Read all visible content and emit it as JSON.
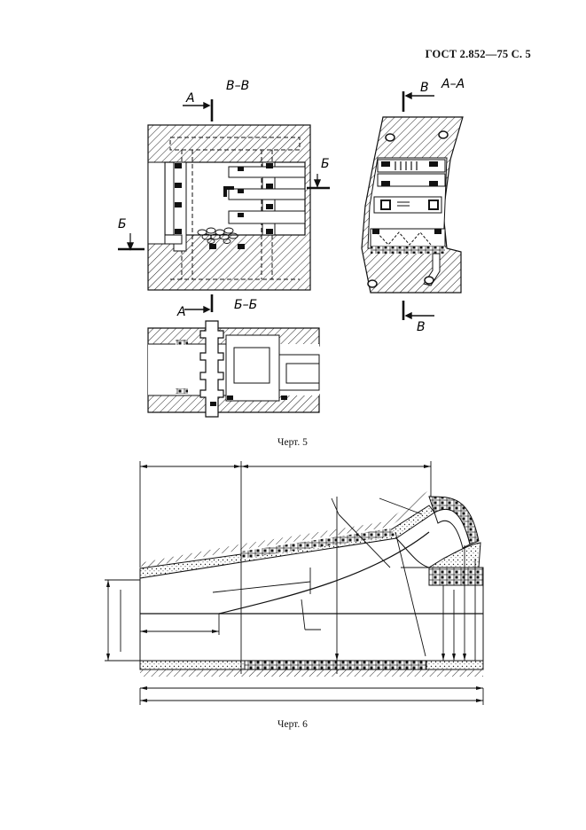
{
  "header": {
    "standard_ref": "ГОСТ 2.852—75 С. 5"
  },
  "figure5": {
    "caption": "Черт.  5",
    "labels": {
      "section_vv": "В–В",
      "section_aa": "А–А",
      "section_bb": "Б–Б",
      "arrow_a_top": "А",
      "arrow_a_bottom": "А",
      "arrow_b_right": "Б",
      "arrow_b_left": "Б",
      "arrow_v_top": "В",
      "arrow_v_bottom": "В"
    }
  },
  "figure6": {
    "caption": "Черт.  6"
  }
}
